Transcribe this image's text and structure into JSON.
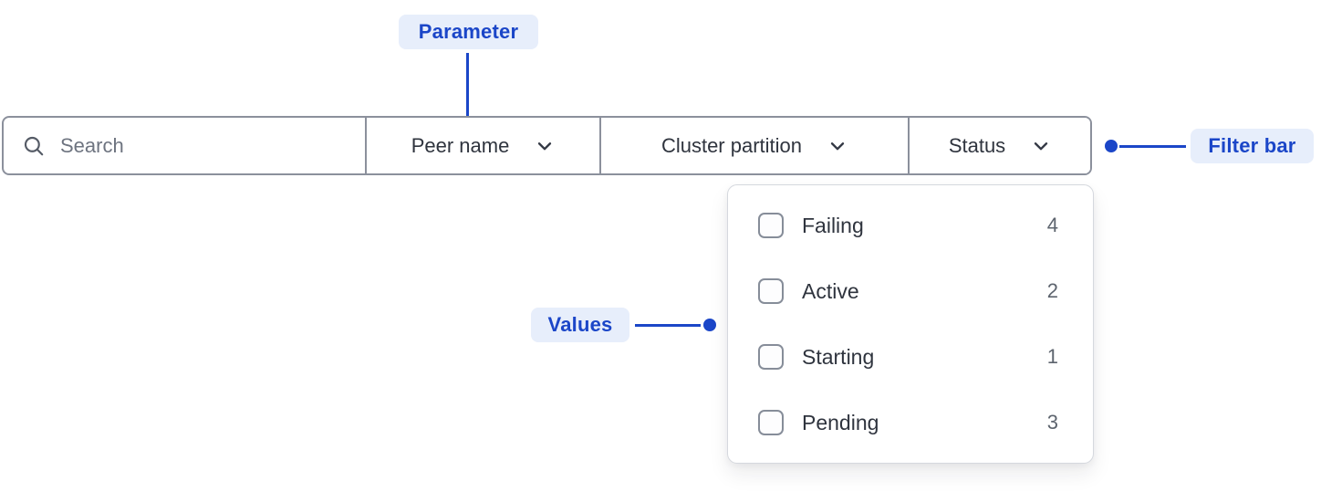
{
  "annotations": {
    "parameter": {
      "label": "Parameter"
    },
    "filter_bar": {
      "label": "Filter bar"
    },
    "values": {
      "label": "Values"
    }
  },
  "filter_bar": {
    "search": {
      "placeholder": "Search",
      "value": ""
    },
    "dropdowns": [
      {
        "label": "Peer name"
      },
      {
        "label": "Cluster partition"
      },
      {
        "label": "Status"
      }
    ]
  },
  "status_dropdown": {
    "options": [
      {
        "label": "Failing",
        "count": "4",
        "checked": false
      },
      {
        "label": "Active",
        "count": "2",
        "checked": false
      },
      {
        "label": "Starting",
        "count": "1",
        "checked": false
      },
      {
        "label": "Pending",
        "count": "3",
        "checked": false
      }
    ]
  },
  "icons": {
    "search": "search-icon",
    "chevron": "chevron-down-icon"
  },
  "colors": {
    "annotation_blue": "#1b46c8",
    "annotation_badge_bg": "#e7eefb",
    "bar_border": "#8b909c",
    "text_dark": "#2f343e",
    "text_muted": "#6e7480",
    "count_gray": "#5d646e",
    "panel_border": "#d5d8de"
  }
}
